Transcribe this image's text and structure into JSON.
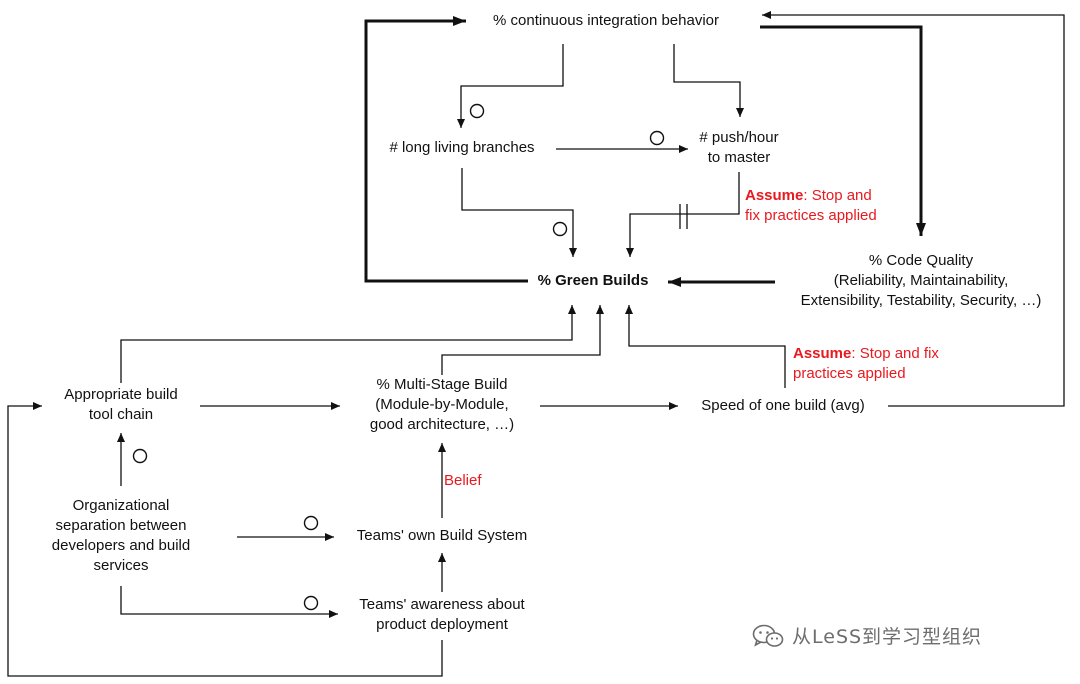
{
  "nodes": {
    "ci_behavior": "% continuous integration behavior",
    "long_branches": "# long living branches",
    "push_hour": [
      "# push/hour",
      "to master"
    ],
    "green_builds": "% Green Builds",
    "code_quality": [
      "% Code Quality",
      "(Reliability, Maintainability,",
      "Extensibility, Testability, Security, …)"
    ],
    "build_tool_chain": [
      "Appropriate build",
      "tool chain"
    ],
    "multi_stage": [
      "% Multi-Stage Build",
      "(Module-by-Module,",
      "good architecture, …)"
    ],
    "speed_build": "Speed of one build (avg)",
    "org_separation": [
      "Organizational",
      "separation between",
      "developers and build",
      "services"
    ],
    "teams_build": "Teams' own Build System",
    "teams_awareness": [
      "Teams' awareness about",
      "product deployment"
    ]
  },
  "annotations": {
    "assume_1": {
      "keyword": "Assume",
      "rest": ": Stop and",
      "line2": "fix practices applied"
    },
    "assume_2": {
      "keyword": "Assume",
      "rest": ": Stop and fix",
      "line2": "practices applied"
    },
    "belief": "Belief"
  },
  "watermark": {
    "text": "从LeSS到学习型组织",
    "icon": "wechat-icon"
  },
  "colors": {
    "ink": "#111111",
    "note": "#e8191f",
    "watermark": "#6d6d6d"
  }
}
